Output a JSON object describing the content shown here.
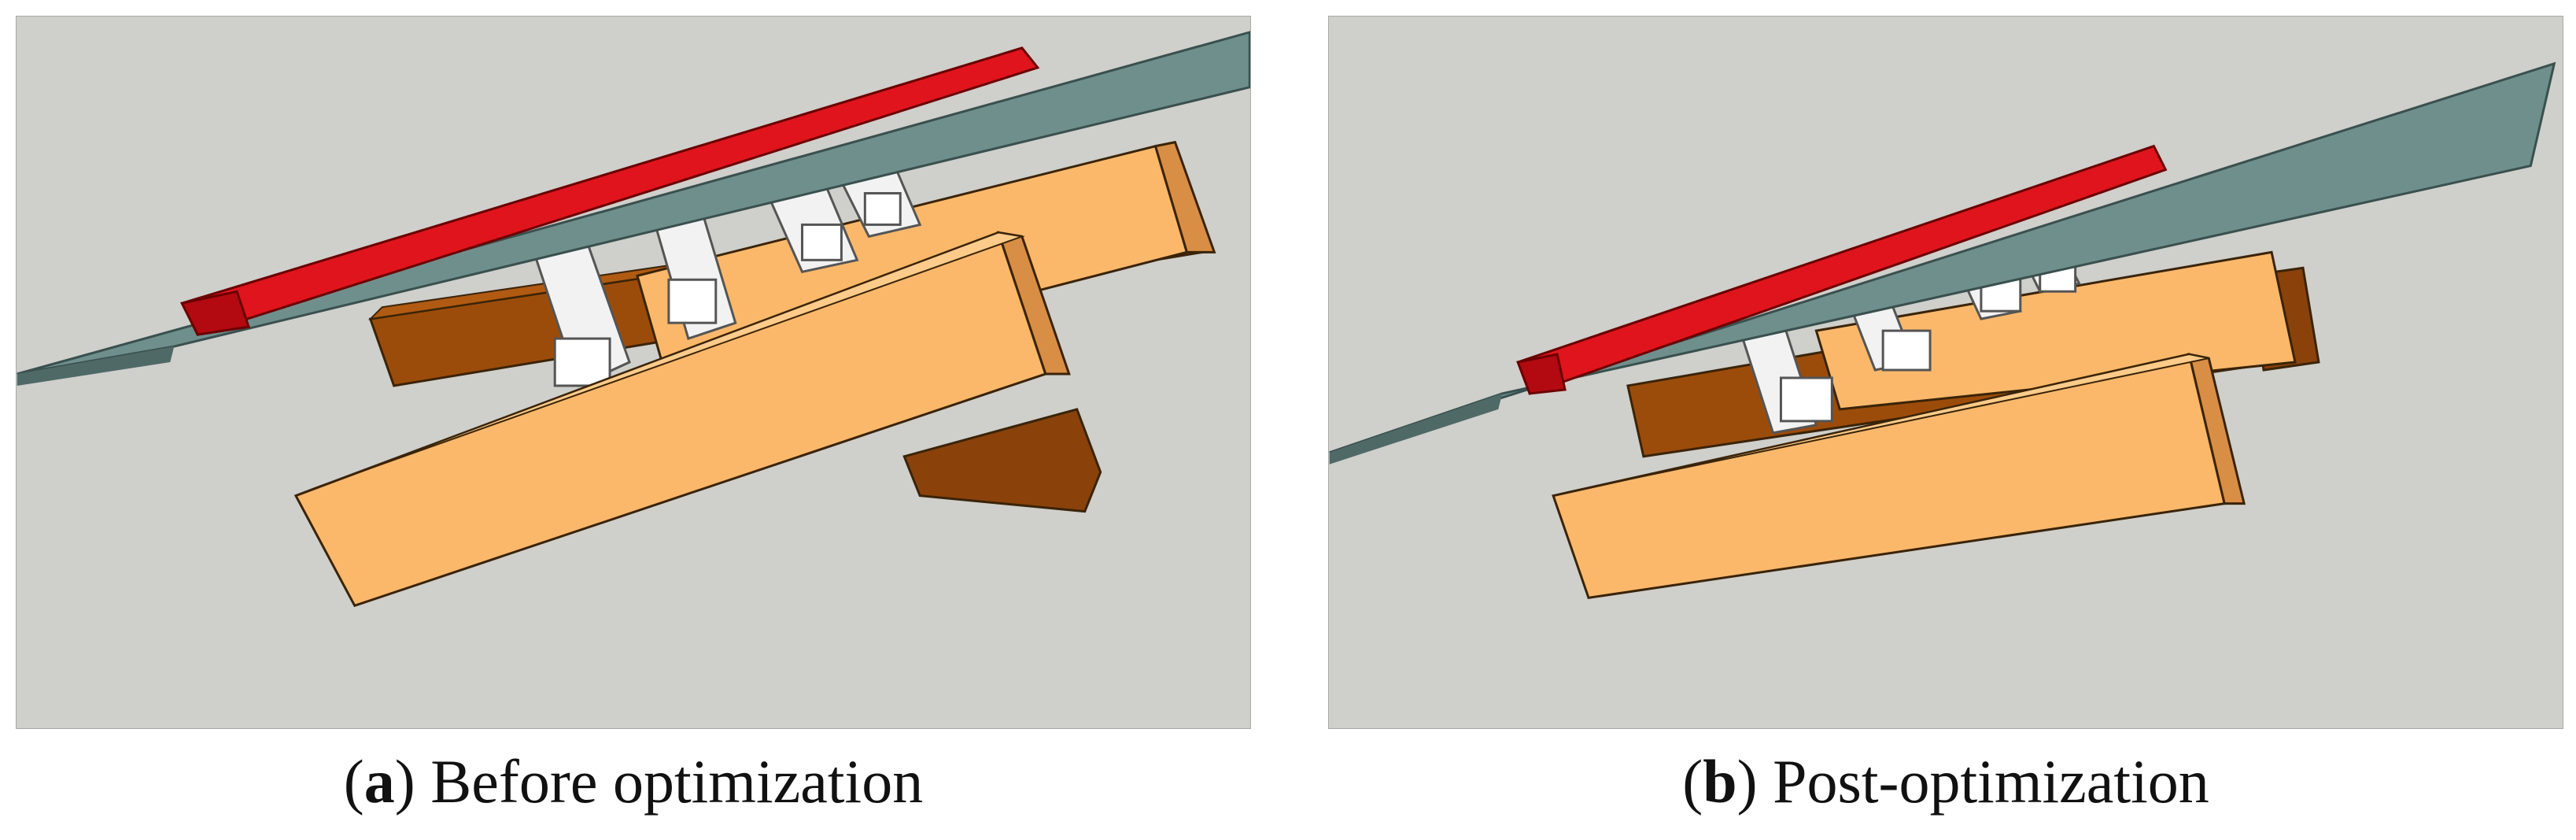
{
  "figure": {
    "panels": [
      {
        "id": "a",
        "caption_open": "(",
        "caption_letter": "a",
        "caption_text": ") Before optimization"
      },
      {
        "id": "b",
        "caption_open": "(",
        "caption_letter": "b",
        "caption_text": ") Post-optimization"
      }
    ]
  },
  "colors": {
    "background": "#cfcfcb",
    "solar_panel": "#6f8f8d",
    "red_rail": "#e0141c",
    "beam_light": "#fbb86b",
    "beam_dark": "#9c4c0a",
    "bracket": "#f2f2f2"
  }
}
